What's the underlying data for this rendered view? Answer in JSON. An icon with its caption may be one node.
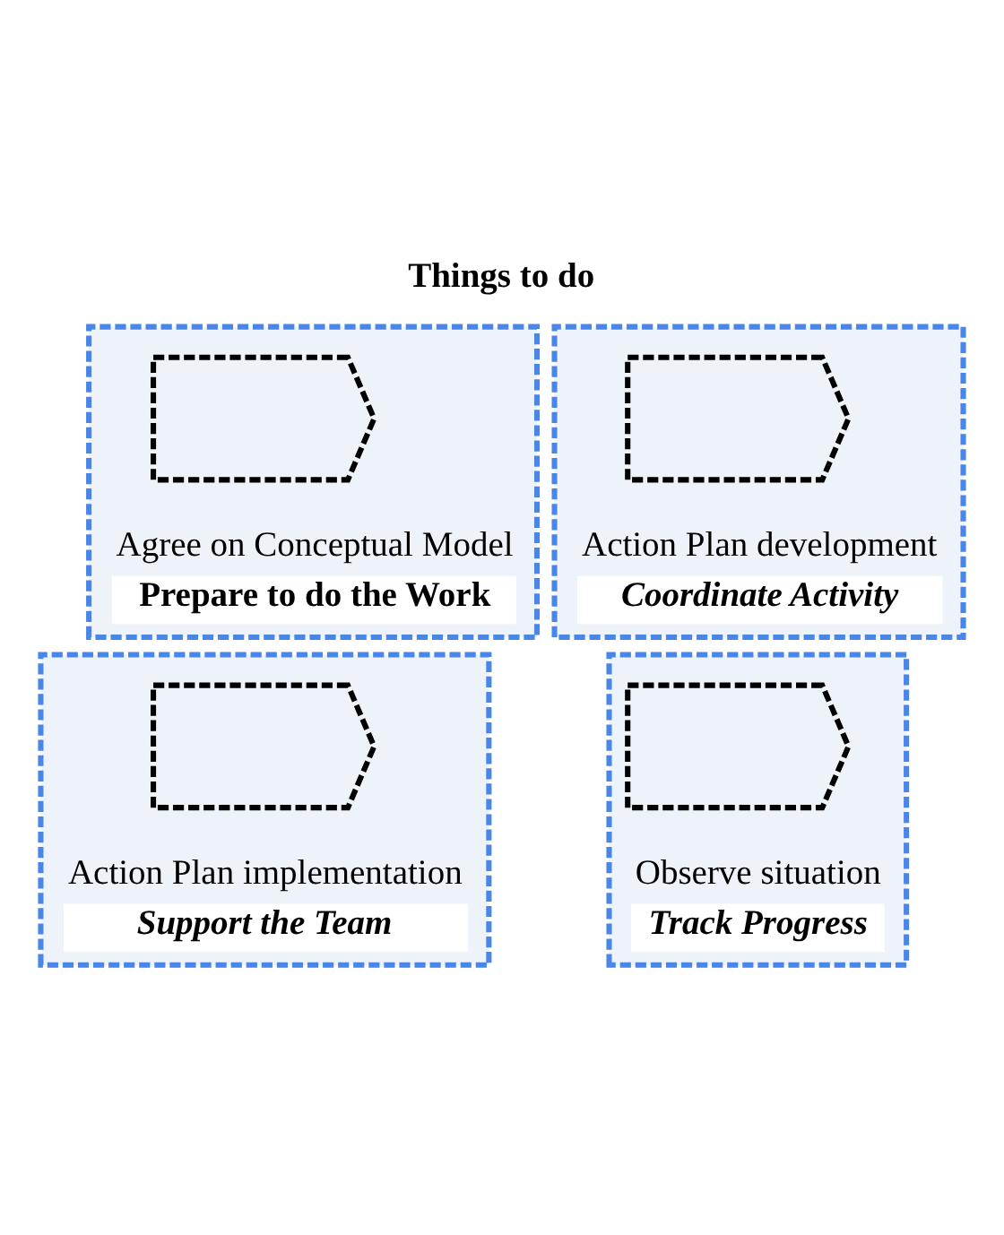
{
  "diagram": {
    "title": "Things to do",
    "nodes": [
      {
        "text": [
          "Agree on Conceptual Model",
          "Prepare to do the Work"
        ]
      },
      {
        "text": [],
        "shape": "pentagon",
        "in": 0
      },
      {
        "text": [
          "Action Plan development",
          "Coordinate Activity"
        ]
      },
      {
        "text": [],
        "shape": "pentagon",
        "in": 2
      },
      {
        "text": [
          "Action Plan implementation",
          "Support the Team"
        ]
      },
      {
        "text": [],
        "shape": "pentagon",
        "in": 4
      },
      {
        "text": [
          "Observe situation",
          "Track Progress"
        ]
      },
      {
        "text": [],
        "shape": "pentagon",
        "in": 6
      }
    ],
    "edges": []
  }
}
